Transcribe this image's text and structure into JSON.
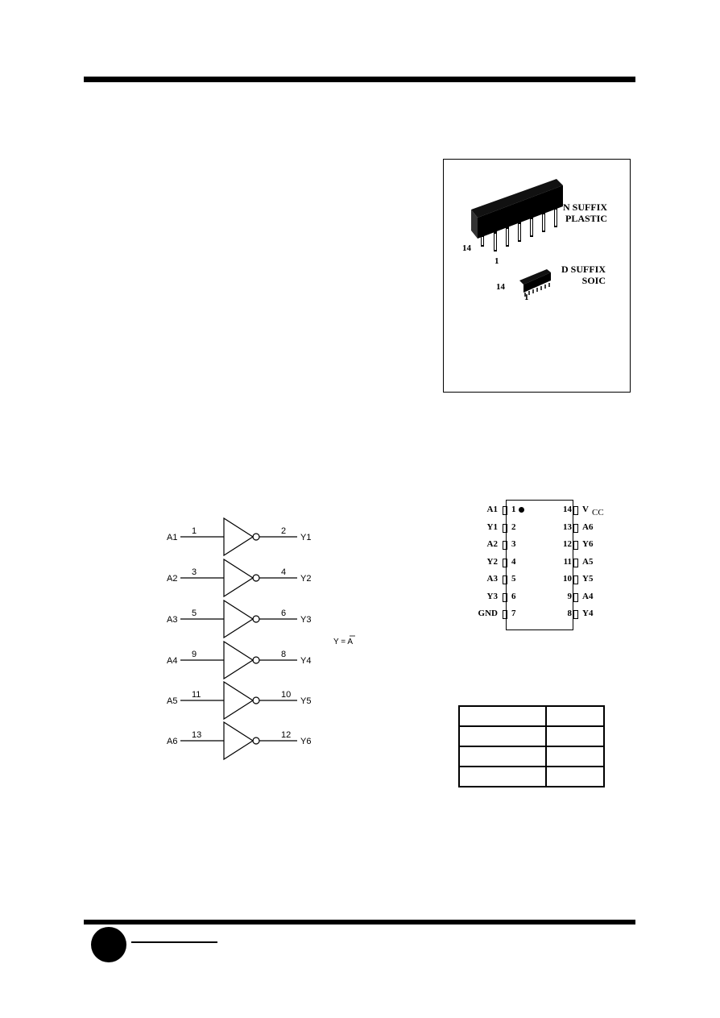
{
  "package": {
    "n_suffix_line1": "N SUFFIX",
    "n_suffix_line2": "PLASTIC",
    "d_suffix_line1": "D SUFFIX",
    "d_suffix_line2": "SOIC",
    "dip_pin14": "14",
    "dip_pin1": "1",
    "soic_pin14": "14",
    "soic_pin1": "1"
  },
  "logic_diagram": {
    "gates": [
      {
        "input": "A1",
        "in_pin": "1",
        "out_pin": "2",
        "output": "Y1"
      },
      {
        "input": "A2",
        "in_pin": "3",
        "out_pin": "4",
        "output": "Y2"
      },
      {
        "input": "A3",
        "in_pin": "5",
        "out_pin": "6",
        "output": "Y3"
      },
      {
        "input": "A4",
        "in_pin": "9",
        "out_pin": "8",
        "output": "Y4"
      },
      {
        "input": "A5",
        "in_pin": "11",
        "out_pin": "10",
        "output": "Y5"
      },
      {
        "input": "A6",
        "in_pin": "13",
        "out_pin": "12",
        "output": "Y6"
      }
    ],
    "equation_lhs": "Y = ",
    "equation_rhs": "A"
  },
  "pinout": {
    "left": [
      {
        "name": "A1",
        "num": "1"
      },
      {
        "name": "Y1",
        "num": "2"
      },
      {
        "name": "A2",
        "num": "3"
      },
      {
        "name": "Y2",
        "num": "4"
      },
      {
        "name": "A3",
        "num": "5"
      },
      {
        "name": "Y3",
        "num": "6"
      },
      {
        "name": "GND",
        "num": "7"
      }
    ],
    "right": [
      {
        "num": "14",
        "name": "V",
        "sub": "CC"
      },
      {
        "num": "13",
        "name": "A6"
      },
      {
        "num": "12",
        "name": "Y6"
      },
      {
        "num": "11",
        "name": "A5"
      },
      {
        "num": "10",
        "name": "Y5"
      },
      {
        "num": "9",
        "name": "A4"
      },
      {
        "num": "8",
        "name": "Y4"
      }
    ]
  }
}
